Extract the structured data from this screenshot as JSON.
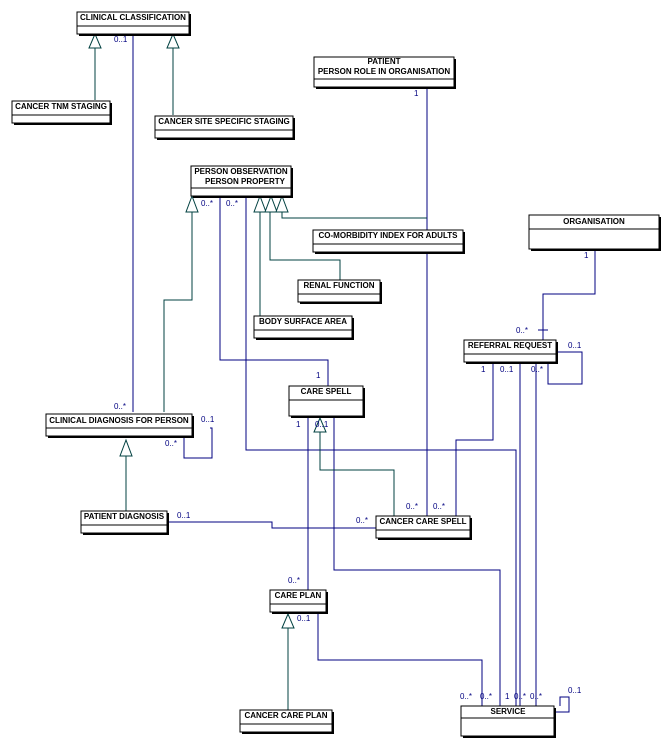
{
  "classes": {
    "clinical_classification": "CLINICAL CLASSIFICATION",
    "cancer_tnm_staging": "CANCER TNM STAGING",
    "cancer_site_specific_staging": "CANCER SITE SPECIFIC STAGING",
    "patient_line1": "PATIENT",
    "patient_line2": "PERSON ROLE IN ORGANISATION",
    "person_observation_line1": "PERSON OBSERVATION",
    "person_observation_line2": "PERSON PROPERTY",
    "comorbidity_index": "CO-MORBIDITY INDEX FOR ADULTS",
    "renal_function": "RENAL FUNCTION",
    "body_surface_area": "BODY SURFACE AREA",
    "organisation": "ORGANISATION",
    "referral_request": "REFERRAL REQUEST",
    "care_spell": "CARE SPELL",
    "clinical_diagnosis_for_person": "CLINICAL DIAGNOSIS FOR PERSON",
    "patient_diagnosis": "PATIENT DIAGNOSIS",
    "cancer_care_spell": "CANCER CARE SPELL",
    "care_plan": "CARE PLAN",
    "cancer_care_plan": "CANCER CARE PLAN",
    "service": "SERVICE"
  },
  "multiplicities": {
    "cc_to_cdp_top": "0..1",
    "cc_to_cdp_bottom": "0..*",
    "patient_one": "1",
    "po_a": "0..*",
    "po_b": "0..*",
    "org_one": "1",
    "rr_top": "0..*",
    "rr_self": "0..1",
    "rr_one": "1",
    "rr_b": "0..1",
    "rr_c": "0..*",
    "cs_one_top": "1",
    "cs_one_left": "1",
    "cs_right": "0..1",
    "cdp_self": "0..1",
    "cdp_b": "0..*",
    "pd_one": "0..1",
    "ccs_a": "0..*",
    "ccs_b": "0..*",
    "ccs_c": "0..*",
    "cp_top": "0..*",
    "cp_right": "0..1",
    "svc_a": "0..*",
    "svc_b": "0..*",
    "svc_c": "1",
    "svc_d": "0..*",
    "svc_e": "0..*",
    "svc_self": "0..1"
  }
}
